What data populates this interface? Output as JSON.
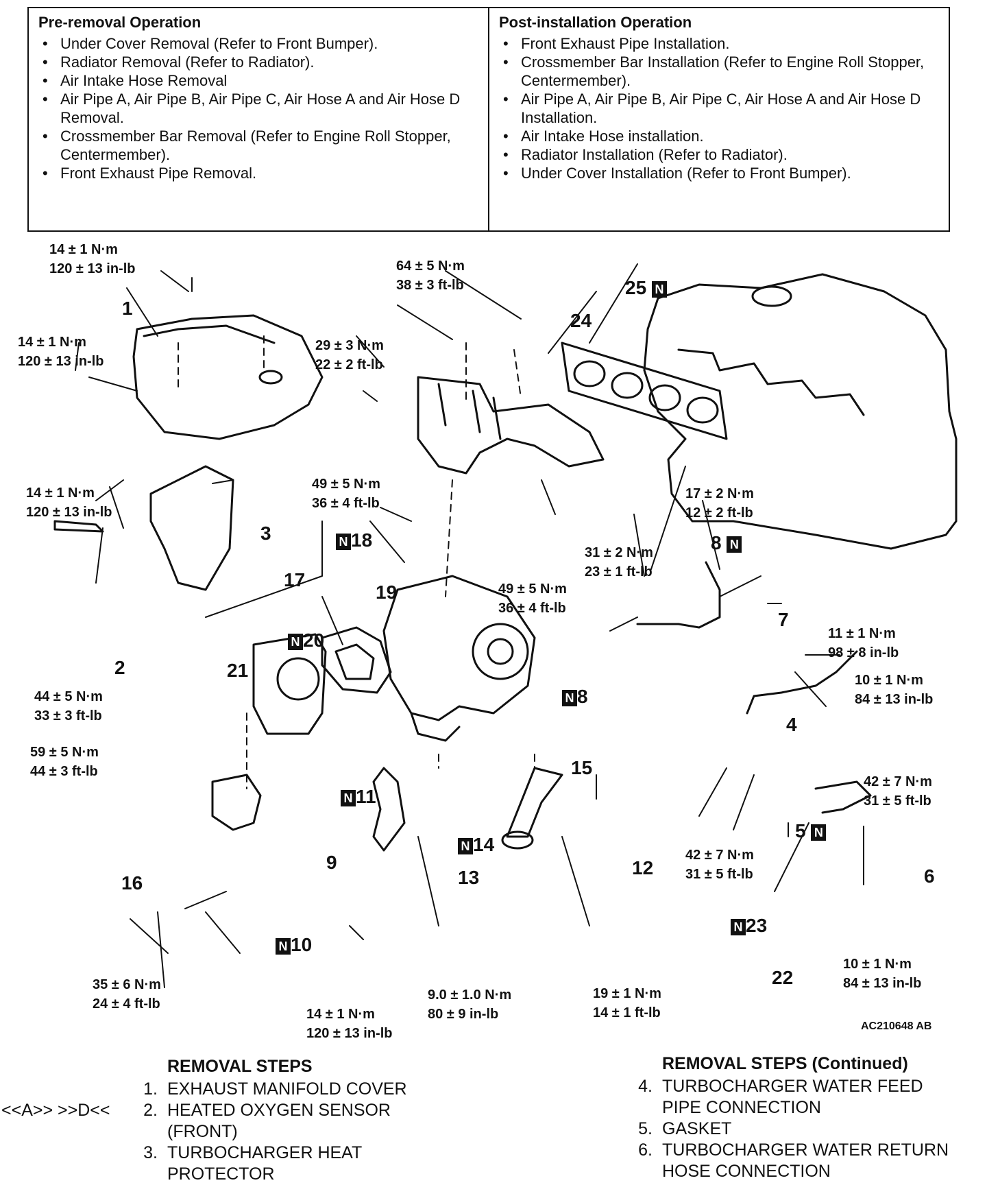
{
  "pre_removal": {
    "title": "Pre-removal Operation",
    "items": [
      "Under Cover Removal (Refer to Front Bumper).",
      "Radiator Removal (Refer to Radiator).",
      "Air Intake Hose Removal",
      "Air Pipe A, Air Pipe B, Air Pipe C, Air Hose A and Air Hose D Removal.",
      "Crossmember Bar Removal (Refer to Engine Roll Stopper, Centermember).",
      "Front Exhaust Pipe Removal."
    ]
  },
  "post_installation": {
    "title": "Post-installation Operation",
    "items": [
      "Front Exhaust Pipe Installation.",
      "Crossmember Bar Installation (Refer to Engine Roll Stopper, Centermember).",
      "Air Pipe A, Air Pipe B, Air Pipe C, Air Hose A and Air Hose D Installation.",
      "Air Intake Hose installation.",
      "Radiator Installation (Refer to Radiator).",
      "Under Cover Installation (Refer to Front Bumper)."
    ]
  },
  "diagram": {
    "figure_id": "AC210648 AB",
    "new_part_mark": "N",
    "torque_specs": [
      {
        "id": "t1",
        "line1": "14 ± 1 N·m",
        "line2": "120 ± 13 in-lb"
      },
      {
        "id": "t2",
        "line1": "14 ± 1 N·m",
        "line2": "120 ± 13 in-lb"
      },
      {
        "id": "t3",
        "line1": "64 ± 5 N·m",
        "line2": "38 ± 3 ft-lb"
      },
      {
        "id": "t4",
        "line1": "29 ± 3 N·m",
        "line2": "22 ± 2 ft-lb"
      },
      {
        "id": "t5",
        "line1": "49 ± 5 N·m",
        "line2": "36 ± 4 ft-lb"
      },
      {
        "id": "t6",
        "line1": "14 ± 1 N·m",
        "line2": "120 ± 13 in-lb"
      },
      {
        "id": "t7",
        "line1": "17 ± 2 N·m",
        "line2": "12 ± 2 ft-lb"
      },
      {
        "id": "t8",
        "line1": "31 ± 2 N·m",
        "line2": "23 ± 1 ft-lb"
      },
      {
        "id": "t9",
        "line1": "49 ± 5 N·m",
        "line2": "36 ± 4 ft-lb"
      },
      {
        "id": "t10",
        "line1": "11 ± 1 N·m",
        "line2": "98 ± 8 in-lb"
      },
      {
        "id": "t11",
        "line1": "10 ± 1 N·m",
        "line2": "84 ± 13 in-lb"
      },
      {
        "id": "t12",
        "line1": "44 ± 5 N·m",
        "line2": "33 ± 3 ft-lb"
      },
      {
        "id": "t13",
        "line1": "59 ± 5 N·m",
        "line2": "44 ± 3 ft-lb"
      },
      {
        "id": "t14",
        "line1": "42 ± 7 N·m",
        "line2": "31 ± 5 ft-lb"
      },
      {
        "id": "t15",
        "line1": "42 ± 7 N·m",
        "line2": "31 ± 5 ft-lb"
      },
      {
        "id": "t16",
        "line1": "10 ± 1 N·m",
        "line2": "84 ± 13 in-lb"
      },
      {
        "id": "t17",
        "line1": "35 ± 6 N·m",
        "line2": "24 ± 4 ft-lb"
      },
      {
        "id": "t18",
        "line1": "9.0 ± 1.0 N·m",
        "line2": "80 ± 9 in-lb"
      },
      {
        "id": "t19",
        "line1": "19 ± 1 N·m",
        "line2": "14 ± 1 ft-lb"
      },
      {
        "id": "t20",
        "line1": "14 ± 1 N·m",
        "line2": "120 ± 13 in-lb"
      }
    ],
    "part_numbers": [
      {
        "id": "p1",
        "num": "1",
        "new": false
      },
      {
        "id": "p2",
        "num": "2",
        "new": false
      },
      {
        "id": "p3",
        "num": "3",
        "new": false
      },
      {
        "id": "p4",
        "num": "4",
        "new": false
      },
      {
        "id": "p5",
        "num": "5",
        "new": true
      },
      {
        "id": "p6",
        "num": "6",
        "new": false
      },
      {
        "id": "p7",
        "num": "7",
        "new": false
      },
      {
        "id": "p8a",
        "num": "8",
        "new": true
      },
      {
        "id": "p8b",
        "num": "8",
        "new": true
      },
      {
        "id": "p9",
        "num": "9",
        "new": false
      },
      {
        "id": "p10",
        "num": "10",
        "new": true
      },
      {
        "id": "p11",
        "num": "11",
        "new": true
      },
      {
        "id": "p12",
        "num": "12",
        "new": false
      },
      {
        "id": "p13",
        "num": "13",
        "new": false
      },
      {
        "id": "p14",
        "num": "14",
        "new": true
      },
      {
        "id": "p15",
        "num": "15",
        "new": false
      },
      {
        "id": "p16",
        "num": "16",
        "new": false
      },
      {
        "id": "p17",
        "num": "17",
        "new": false
      },
      {
        "id": "p18",
        "num": "18",
        "new": true
      },
      {
        "id": "p19",
        "num": "19",
        "new": false
      },
      {
        "id": "p20",
        "num": "20",
        "new": true
      },
      {
        "id": "p21",
        "num": "21",
        "new": false
      },
      {
        "id": "p22",
        "num": "22",
        "new": false
      },
      {
        "id": "p23",
        "num": "23",
        "new": true
      },
      {
        "id": "p24",
        "num": "24",
        "new": false
      },
      {
        "id": "p25",
        "num": "25",
        "new": true
      }
    ]
  },
  "removal_steps": {
    "title": "REMOVAL STEPS",
    "prefix": "<<A>>   >>D<<",
    "items": [
      {
        "n": "1.",
        "text": "EXHAUST MANIFOLD COVER"
      },
      {
        "n": "2.",
        "text": "HEATED OXYGEN SENSOR (FRONT)"
      },
      {
        "n": "3.",
        "text": "TURBOCHARGER HEAT PROTECTOR"
      }
    ]
  },
  "removal_steps_continued": {
    "title": "REMOVAL STEPS (Continued)",
    "items": [
      {
        "n": "4.",
        "text": "TURBOCHARGER WATER FEED PIPE CONNECTION"
      },
      {
        "n": "5.",
        "text": "GASKET"
      },
      {
        "n": "6.",
        "text": "TURBOCHARGER WATER RETURN HOSE CONNECTION"
      }
    ]
  }
}
